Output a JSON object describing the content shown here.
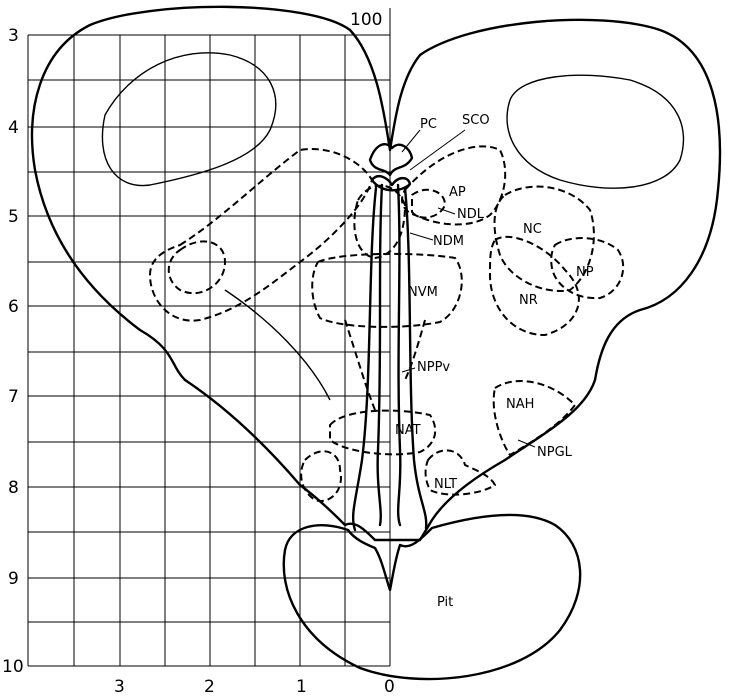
{
  "figure": {
    "top_label": "100",
    "y_axis": {
      "ticks": [
        {
          "label": "3"
        },
        {
          "label": "4"
        },
        {
          "label": "5"
        },
        {
          "label": "6"
        },
        {
          "label": "7"
        },
        {
          "label": "8"
        },
        {
          "label": "9"
        },
        {
          "label": "10"
        }
      ]
    },
    "x_axis": {
      "ticks": [
        {
          "label": "3"
        },
        {
          "label": "2"
        },
        {
          "label": "1"
        },
        {
          "label": "0"
        }
      ]
    },
    "regions": {
      "pc": "PC",
      "sco": "SCO",
      "ap": "AP",
      "ndl": "NDL",
      "ndm": "NDM",
      "nc": "NC",
      "np": "NP",
      "nvm": "NVM",
      "nr": "NR",
      "nppv": "NPPv",
      "nah": "NAH",
      "nat": "NAT",
      "npgl": "NPGL",
      "nlt": "NLT",
      "pit": "Pit"
    }
  }
}
